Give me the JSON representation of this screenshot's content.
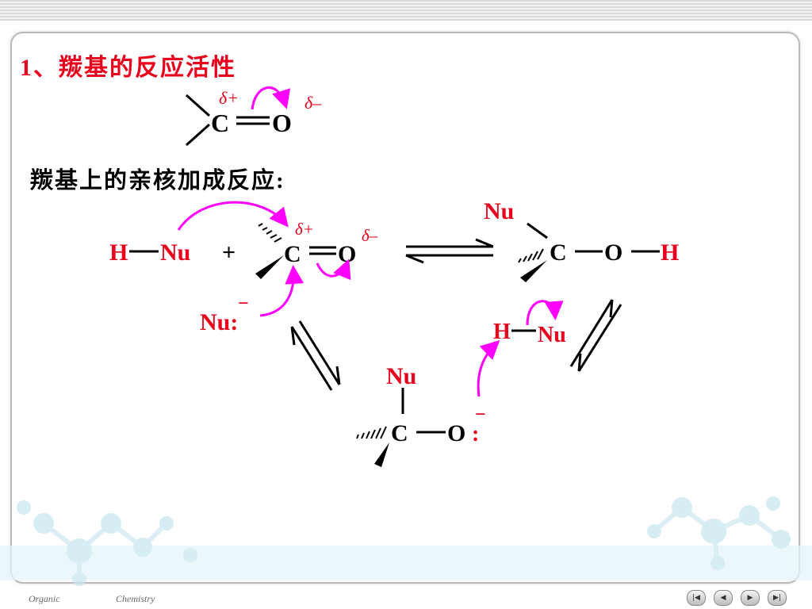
{
  "slide": {
    "heading": "1、羰基的反应活性",
    "subheading": "羰基上的亲核加成反应:"
  },
  "carbonyl": {
    "carbon": "C",
    "oxygen": "O",
    "delta_plus": "δ+",
    "delta_minus": "δ–"
  },
  "mechanism": {
    "h": "H",
    "nu": "Nu",
    "plus": "+",
    "nu_anion": "Nu:",
    "minus": "−",
    "colon": ":",
    "carbon": "C",
    "oxygen": "O"
  },
  "footer": {
    "left": "Organic",
    "right": "Chemistry"
  },
  "nav": {
    "first_icon": "|◀",
    "prev_icon": "◀",
    "next_icon": "▶",
    "last_icon": "▶|"
  },
  "colors": {
    "red": "#e8001c",
    "magenta": "#ff00ff",
    "watermark": "#a9dbe8"
  }
}
